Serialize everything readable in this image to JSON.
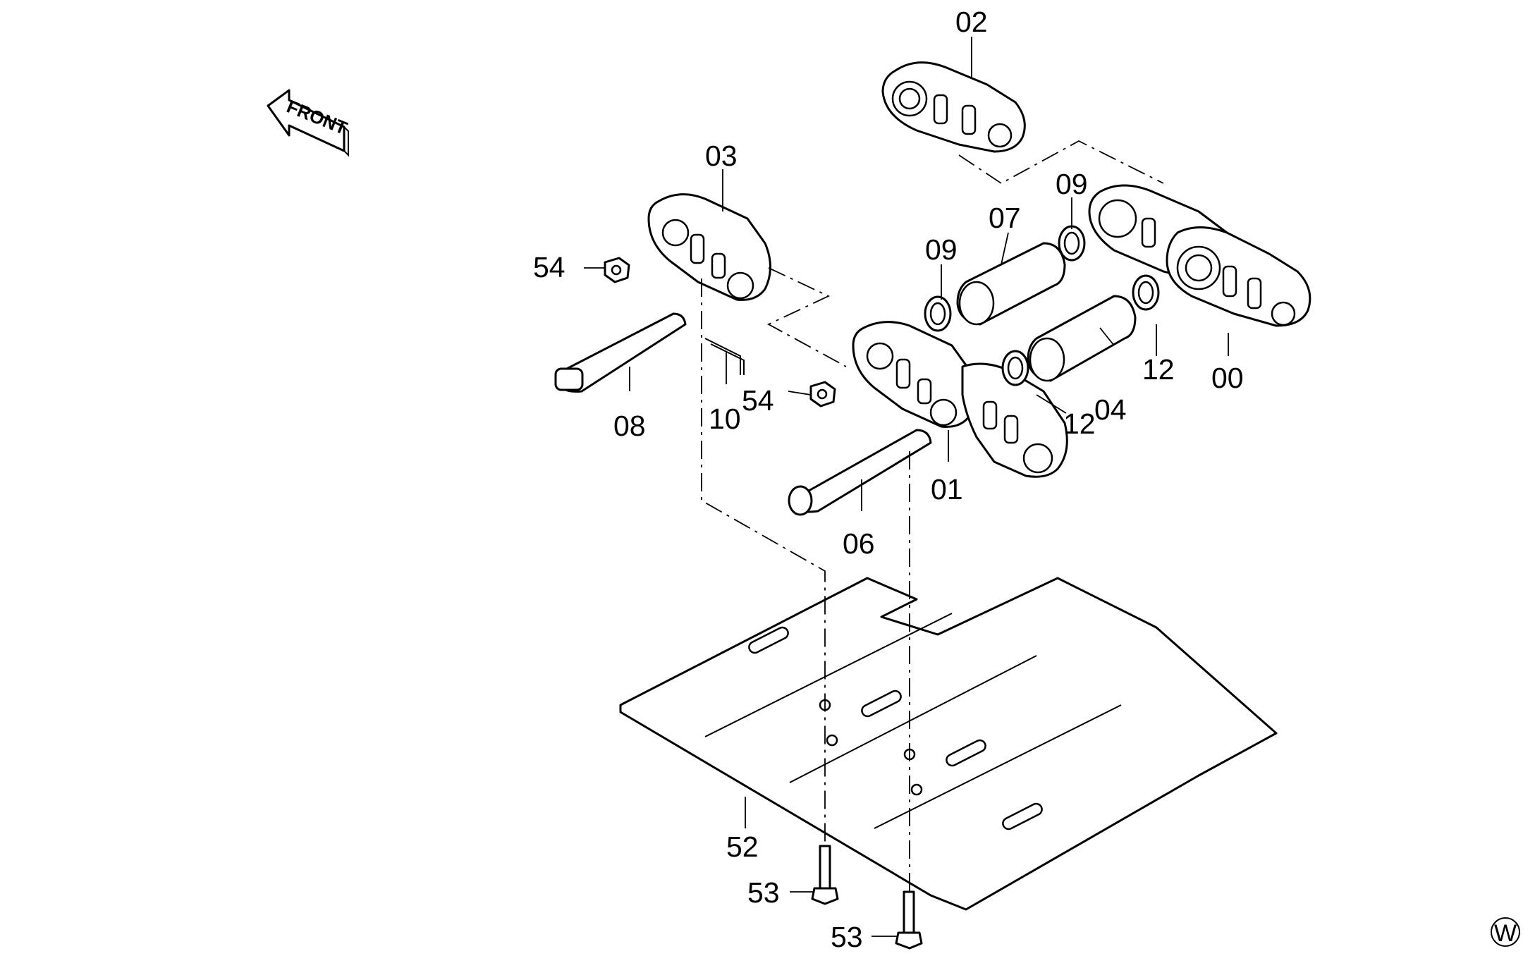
{
  "front_arrow": {
    "text": "FRONT"
  },
  "corner_mark": {
    "text": "W"
  },
  "callouts": [
    {
      "id": "label-02",
      "text": "02"
    },
    {
      "id": "label-03",
      "text": "03"
    },
    {
      "id": "label-54-top",
      "text": "54"
    },
    {
      "id": "label-09-left",
      "text": "09"
    },
    {
      "id": "label-07",
      "text": "07"
    },
    {
      "id": "label-09-right",
      "text": "09"
    },
    {
      "id": "label-08",
      "text": "08"
    },
    {
      "id": "label-10",
      "text": "10"
    },
    {
      "id": "label-54-mid",
      "text": "54"
    },
    {
      "id": "label-12-mid",
      "text": "12"
    },
    {
      "id": "label-04",
      "text": "04"
    },
    {
      "id": "label-12-right",
      "text": "12"
    },
    {
      "id": "label-00",
      "text": "00"
    },
    {
      "id": "label-01",
      "text": "01"
    },
    {
      "id": "label-06",
      "text": "06"
    },
    {
      "id": "label-52",
      "text": "52"
    },
    {
      "id": "label-53-left",
      "text": "53"
    },
    {
      "id": "label-53-right",
      "text": "53"
    }
  ]
}
